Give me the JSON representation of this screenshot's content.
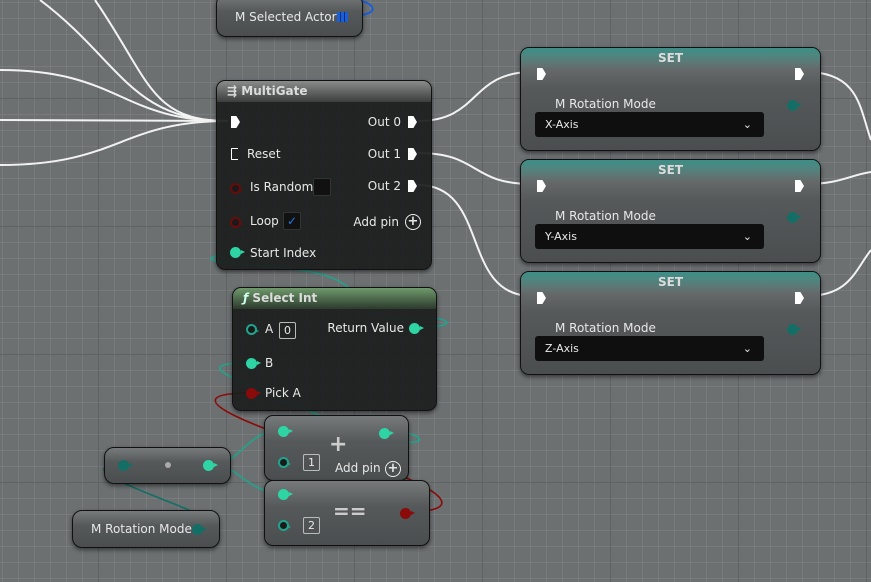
{
  "selected_actors_node": {
    "label": "M Selected Actors"
  },
  "multigate": {
    "title": "MultiGate",
    "inputs": [
      "Reset",
      "Is Random",
      "Loop",
      "Start Index"
    ],
    "outputs": [
      "Out 0",
      "Out 1",
      "Out 2"
    ],
    "add_pin": "Add pin",
    "is_random_checked": false,
    "loop_checked": true
  },
  "set_nodes": [
    {
      "title": "SET",
      "variable": "M Rotation Mode",
      "value": "X-Axis"
    },
    {
      "title": "SET",
      "variable": "M Rotation Mode",
      "value": "Y-Axis"
    },
    {
      "title": "SET",
      "variable": "M Rotation Mode",
      "value": "Z-Axis"
    }
  ],
  "select_int": {
    "title": "Select Int",
    "icon": "function-icon",
    "a_label": "A",
    "a_value": "0",
    "b_label": "B",
    "pick_label": "Pick A",
    "return_label": "Return Value"
  },
  "add_node": {
    "symbol": "+",
    "value": "1",
    "add_pin": "Add pin"
  },
  "equal_node": {
    "symbol": "==",
    "value": "2"
  },
  "getter": {
    "label": "M Rotation Mode"
  },
  "colors": {
    "exec": "#ffffff",
    "int": "#2ed4a4",
    "bool": "#8b0a0a",
    "enum": "#146e66",
    "object": "#1a5fd8"
  }
}
